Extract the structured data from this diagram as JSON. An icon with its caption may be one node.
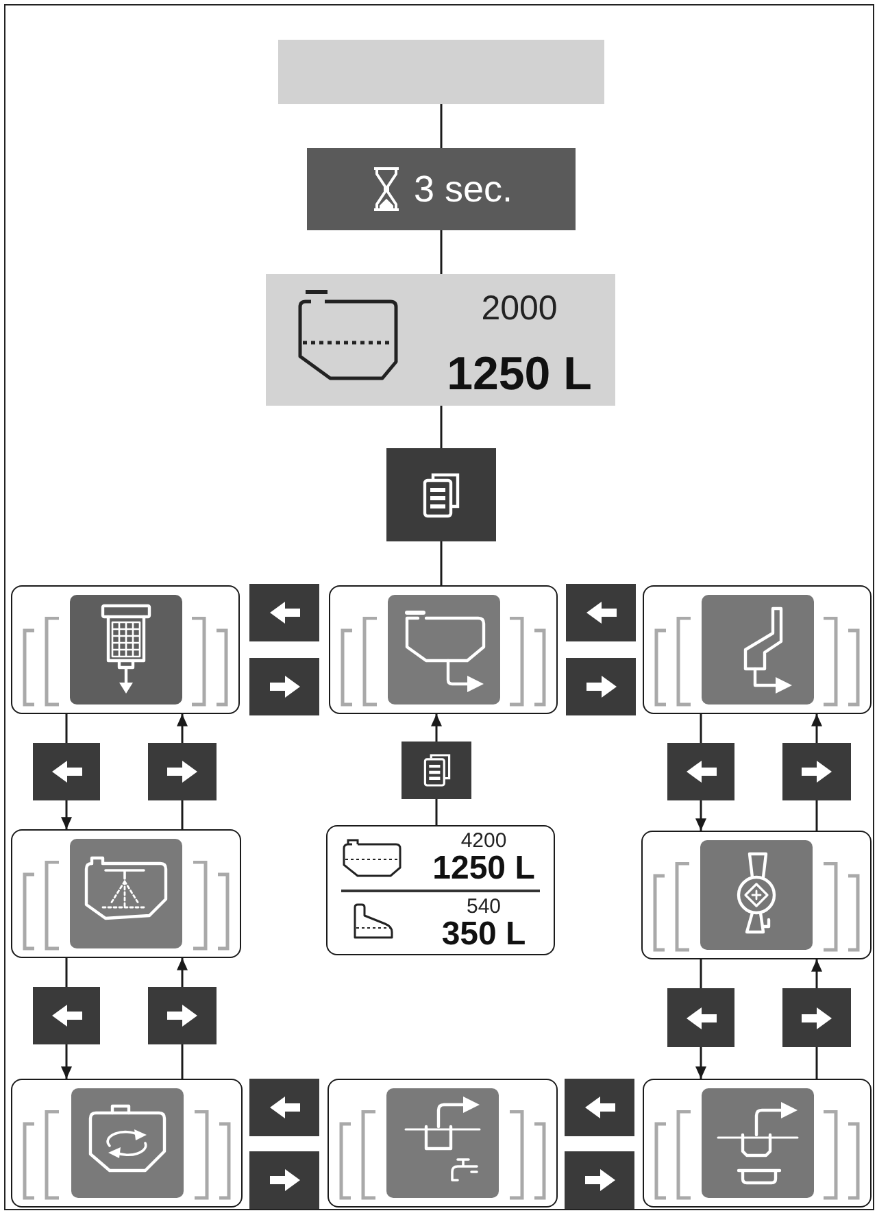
{
  "diagram": {
    "nodes": [
      {
        "text": [],
        "shape": "box"
      },
      {
        "text": [
          "3 sec."
        ]
      },
      {
        "text": [
          "2000",
          "1250 L"
        ]
      },
      {
        "text": [],
        "shape": "box"
      },
      {
        "text": [],
        "shape": "box"
      },
      {
        "text": [],
        "shape": "box"
      },
      {
        "text": [],
        "shape": "box"
      },
      {
        "text": [],
        "shape": "box"
      },
      {
        "text": [],
        "shape": "box"
      },
      {
        "text": [],
        "shape": "box"
      },
      {
        "text": [],
        "shape": "box"
      },
      {
        "text": [],
        "shape": "box"
      },
      {
        "text": [],
        "shape": "box"
      },
      {
        "text": [],
        "shape": "box"
      },
      {
        "text": [],
        "shape": "box"
      },
      {
        "text": [],
        "shape": "box"
      },
      {
        "text": [],
        "shape": "box"
      },
      {
        "text": [
          "4200",
          "1250 L",
          "540",
          "350 L"
        ]
      },
      {
        "text": [],
        "shape": "box"
      },
      {
        "text": [],
        "shape": "box"
      },
      {
        "text": [],
        "shape": "box"
      },
      {
        "text": [],
        "shape": "box"
      },
      {
        "text": [],
        "shape": "box"
      },
      {
        "text": [],
        "shape": "box"
      },
      {
        "text": [],
        "shape": "box"
      },
      {
        "text": [],
        "shape": "box"
      },
      {
        "text": [],
        "shape": "box"
      },
      {
        "text": [],
        "shape": "box"
      },
      {
        "text": [],
        "shape": "box"
      },
      {
        "text": [],
        "shape": "box"
      }
    ],
    "edges": [
      {
        "from": 0,
        "to": 1,
        "arrow": "none"
      },
      {
        "from": 1,
        "to": 2,
        "arrow": "none"
      },
      {
        "from": 2,
        "to": 3,
        "arrow": "none"
      },
      {
        "from": 3,
        "to": 7,
        "arrow": "none"
      },
      {
        "from": 4,
        "to": 11,
        "arrow": "none"
      },
      {
        "from": 11,
        "to": 16,
        "arrow": "to"
      },
      {
        "from": 16,
        "to": 12,
        "arrow": "none"
      },
      {
        "from": 12,
        "to": 4,
        "arrow": "to"
      },
      {
        "from": 17,
        "to": 13,
        "arrow": "none"
      },
      {
        "from": 13,
        "to": 7,
        "arrow": "to"
      },
      {
        "from": 10,
        "to": 14,
        "arrow": "none"
      },
      {
        "from": 14,
        "to": 18,
        "arrow": "to"
      },
      {
        "from": 18,
        "to": 15,
        "arrow": "none"
      },
      {
        "from": 15,
        "to": 10,
        "arrow": "to"
      },
      {
        "from": 16,
        "to": 19,
        "arrow": "none"
      },
      {
        "from": 19,
        "to": 23,
        "arrow": "to"
      },
      {
        "from": 23,
        "to": 20,
        "arrow": "none"
      },
      {
        "from": 20,
        "to": 16,
        "arrow": "to"
      },
      {
        "from": 18,
        "to": 21,
        "arrow": "none"
      },
      {
        "from": 21,
        "to": 29,
        "arrow": "to"
      },
      {
        "from": 29,
        "to": 22,
        "arrow": "none"
      },
      {
        "from": 22,
        "to": 18,
        "arrow": "to"
      }
    ]
  }
}
